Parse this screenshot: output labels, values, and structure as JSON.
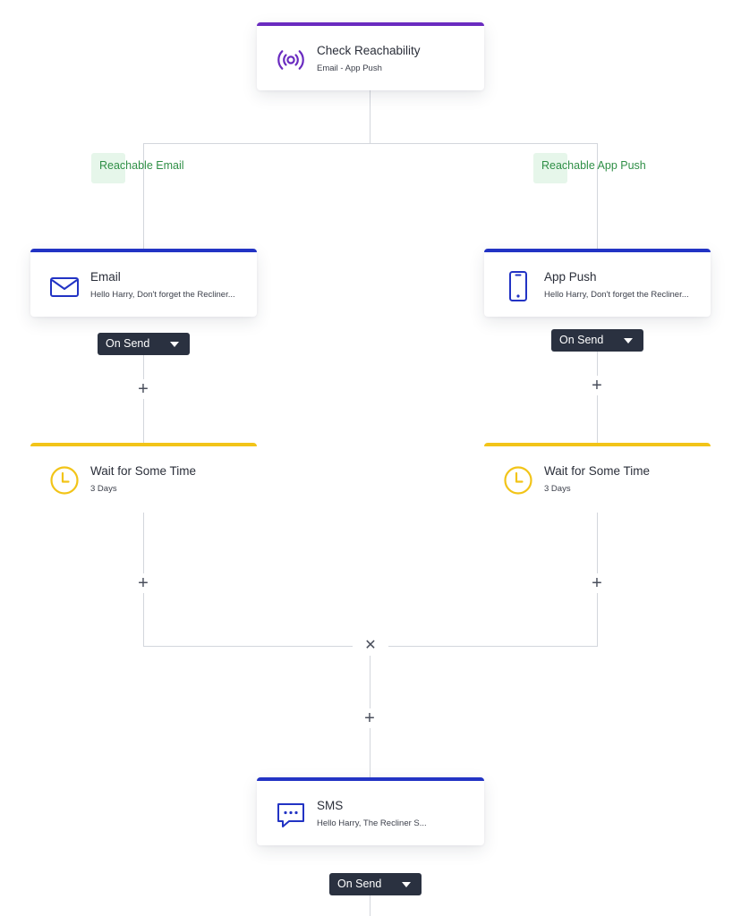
{
  "reachability": {
    "title": "Check Reachability",
    "subtitle": "Email - App Push",
    "icon": "broadcast-icon",
    "accent": "#6a2bc0"
  },
  "branches": {
    "left_label": "Reachable Email",
    "right_label": "Reachable App Push",
    "label_color": "#2f8f46"
  },
  "email": {
    "title": "Email",
    "subtitle": "Hello Harry, Don't forget the Recliner...",
    "icon": "envelope-icon",
    "trigger": "On Send"
  },
  "app_push": {
    "title": "App Push",
    "subtitle": "Hello Harry, Don't forget the Recliner...",
    "icon": "mobile-phone-icon",
    "trigger": "On Send"
  },
  "wait_left": {
    "title": "Wait for Some Time",
    "subtitle": "3 Days",
    "icon": "clock-icon"
  },
  "wait_right": {
    "title": "Wait for Some Time",
    "subtitle": "3 Days",
    "icon": "clock-icon"
  },
  "sms": {
    "title": "SMS",
    "subtitle": "Hello Harry, The Recliner S...",
    "icon": "chat-bubble-icon",
    "trigger": "On Send"
  },
  "controls": {
    "add_symbol": "+",
    "merge_symbol": "✕"
  },
  "colors": {
    "channel_accent": "#2233c4",
    "wait_accent": "#f2c418",
    "dropdown_bg": "#2a3140"
  }
}
